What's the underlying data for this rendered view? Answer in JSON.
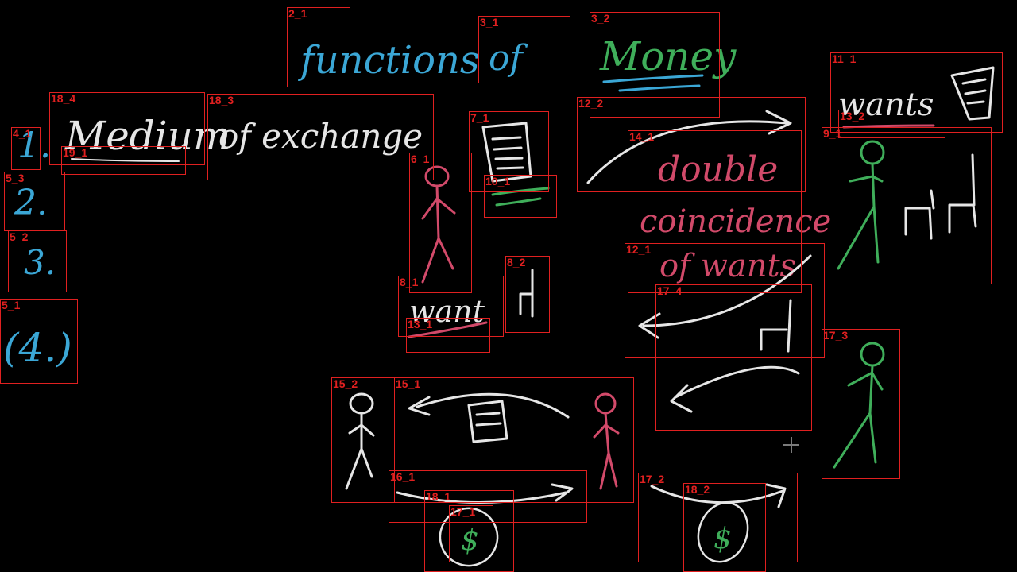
{
  "canvas": {
    "title_words": [
      "functions",
      "of",
      "Money"
    ],
    "list_numbers": [
      "1.",
      "2.",
      "3.",
      "(4.)"
    ],
    "medium_words": [
      "Medium",
      "of exchange"
    ],
    "want_label": "want",
    "wants_label": "wants",
    "double_coincidence_lines": [
      "double",
      "coincidence",
      "of wants"
    ],
    "dollar_symbol": "$",
    "colors": {
      "background": "#000000",
      "annotation": "#e02020",
      "blue": "#3ba7d6",
      "green": "#3fae5a",
      "pink": "#d24a6a",
      "white": "#e6e6e6"
    }
  },
  "annotations": [
    {
      "id": "2_1"
    },
    {
      "id": "3_1"
    },
    {
      "id": "3_2"
    },
    {
      "id": "11_1"
    },
    {
      "id": "18_4"
    },
    {
      "id": "18_3"
    },
    {
      "id": "4_1"
    },
    {
      "id": "19_1"
    },
    {
      "id": "7_1"
    },
    {
      "id": "12_2"
    },
    {
      "id": "13_2"
    },
    {
      "id": "14_1"
    },
    {
      "id": "9_1"
    },
    {
      "id": "5_3"
    },
    {
      "id": "6_1"
    },
    {
      "id": "10_1"
    },
    {
      "id": "5_2"
    },
    {
      "id": "8_2"
    },
    {
      "id": "12_1"
    },
    {
      "id": "8_1"
    },
    {
      "id": "17_4"
    },
    {
      "id": "5_1"
    },
    {
      "id": "13_1"
    },
    {
      "id": "17_3"
    },
    {
      "id": "15_2"
    },
    {
      "id": "15_1"
    },
    {
      "id": "16_1"
    },
    {
      "id": "17_2"
    },
    {
      "id": "18_2"
    },
    {
      "id": "18_1"
    },
    {
      "id": "17_1"
    }
  ]
}
